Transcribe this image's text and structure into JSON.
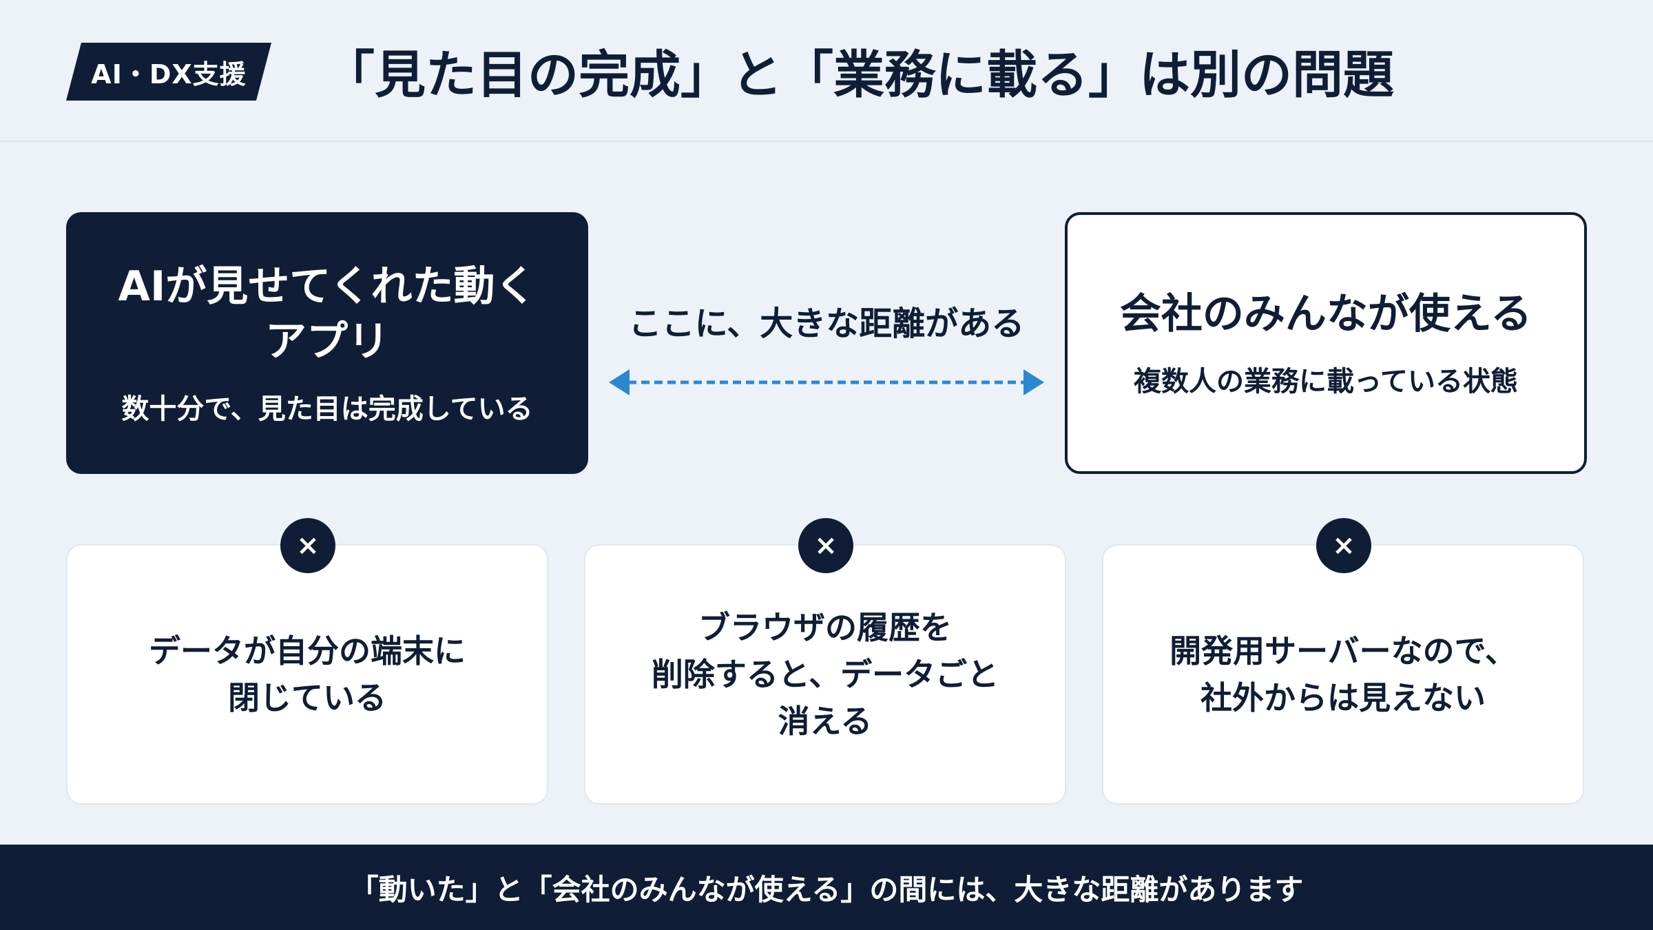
{
  "header": {
    "tag": "AI・DX支援",
    "title": "「見た目の完成」と「業務に載る」は別の問題"
  },
  "left_box": {
    "title": "AIが見せてくれた動くアプリ",
    "subtitle": "数十分で、見た目は完成している"
  },
  "gap": {
    "label": "ここに、大きな距離がある"
  },
  "right_box": {
    "title": "会社のみんなが使える",
    "subtitle": "複数人の業務に載っている状態"
  },
  "issues": [
    {
      "icon": "close-icon",
      "mark": "×",
      "text": "データが自分の端末に\n閉じている"
    },
    {
      "icon": "close-icon",
      "mark": "×",
      "text": "ブラウザの履歴を\n削除すると、データごと\n消える"
    },
    {
      "icon": "close-icon",
      "mark": "×",
      "text": "開発用サーバーなので、\n社外からは見えない"
    }
  ],
  "footer": {
    "message": "「動いた」と「会社のみんなが使える」の間には、大きな距離があります"
  },
  "colors": {
    "navy": "#0f1e36",
    "background": "#edf2f9",
    "arrow": "#2b88d0"
  }
}
